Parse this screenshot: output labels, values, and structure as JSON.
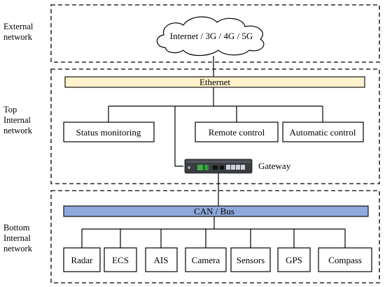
{
  "layers": {
    "external": {
      "label_line1": "External",
      "label_line2": "network"
    },
    "top": {
      "label_line1": "Top",
      "label_line2": "Internal",
      "label_line3": "network"
    },
    "bottom": {
      "label_line1": "Bottom",
      "label_line2": "Internal",
      "label_line3": "network"
    }
  },
  "internet_label": "Internet / 3G / 4G / 5G",
  "ethernet_label": "Ethernet",
  "canbus_label": "CAN / Bus",
  "gateway_label": "Gateway",
  "top_boxes": [
    "Status monitoring",
    "Remote control",
    "Automatic control"
  ],
  "bottom_boxes": [
    "Radar",
    "ECS",
    "AIS",
    "Camera",
    "Sensors",
    "GPS",
    "Compass"
  ],
  "colors": {
    "ethernet_fill": "#FFF2CC",
    "canbus_fill": "#8EA9DB"
  },
  "icons": {
    "cloud": "cloud-icon",
    "gateway": "gateway-device-icon"
  }
}
